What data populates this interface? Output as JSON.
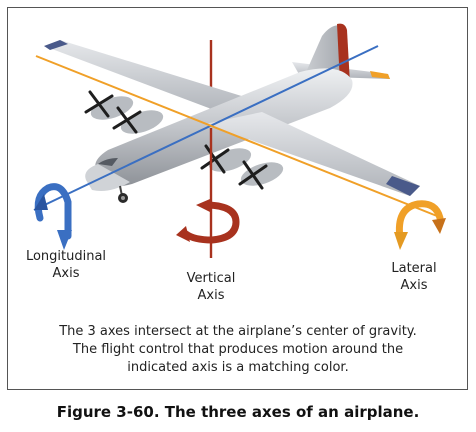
{
  "labels": {
    "longitudinal": [
      "Longitudinal",
      "Axis"
    ],
    "vertical": [
      "Vertical",
      "Axis"
    ],
    "lateral": [
      "Lateral",
      "Axis"
    ]
  },
  "caption": [
    "The 3 axes intersect at the airplane’s center of gravity.",
    "The flight control that produces motion around the",
    "indicated axis is a matching color."
  ],
  "figure_title": "Figure 3-60. The three axes of an airplane.",
  "colors": {
    "longitudinal": "#3a6fc2",
    "lateral": "#f0a028",
    "vertical": "#a8321e",
    "fuselage": "#c4c7cc",
    "wing_edge": "#4a5a8a",
    "frame": "#555555"
  }
}
